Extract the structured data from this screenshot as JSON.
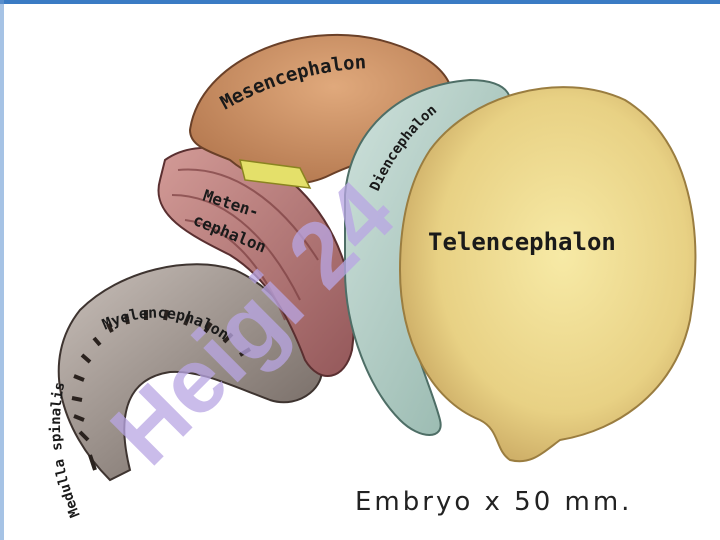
{
  "labels": {
    "mesencephalon": "Mesencephalon",
    "diencephalon": "Diencephalon",
    "metencephalon_1": "Meten-",
    "metencephalon_2": "cephalon",
    "telencephalon": "Telencephalon",
    "myelencephalon": "Myelencephalon",
    "medulla_spinalis": "Medulla spinalis"
  },
  "caption": "Embryo x 50 mm.",
  "watermark": "Heigi 24",
  "colors": {
    "mesencephalon": "#c98e62",
    "diencephalon": "#a9c9c0",
    "metencephalon": "#b87a78",
    "telencephalon": "#ecd98c",
    "myelencephalon": "#9a8f88",
    "isthmus": "#e4e06a",
    "watermark": "#b9a6e4",
    "frame": "#3a7bc4"
  }
}
